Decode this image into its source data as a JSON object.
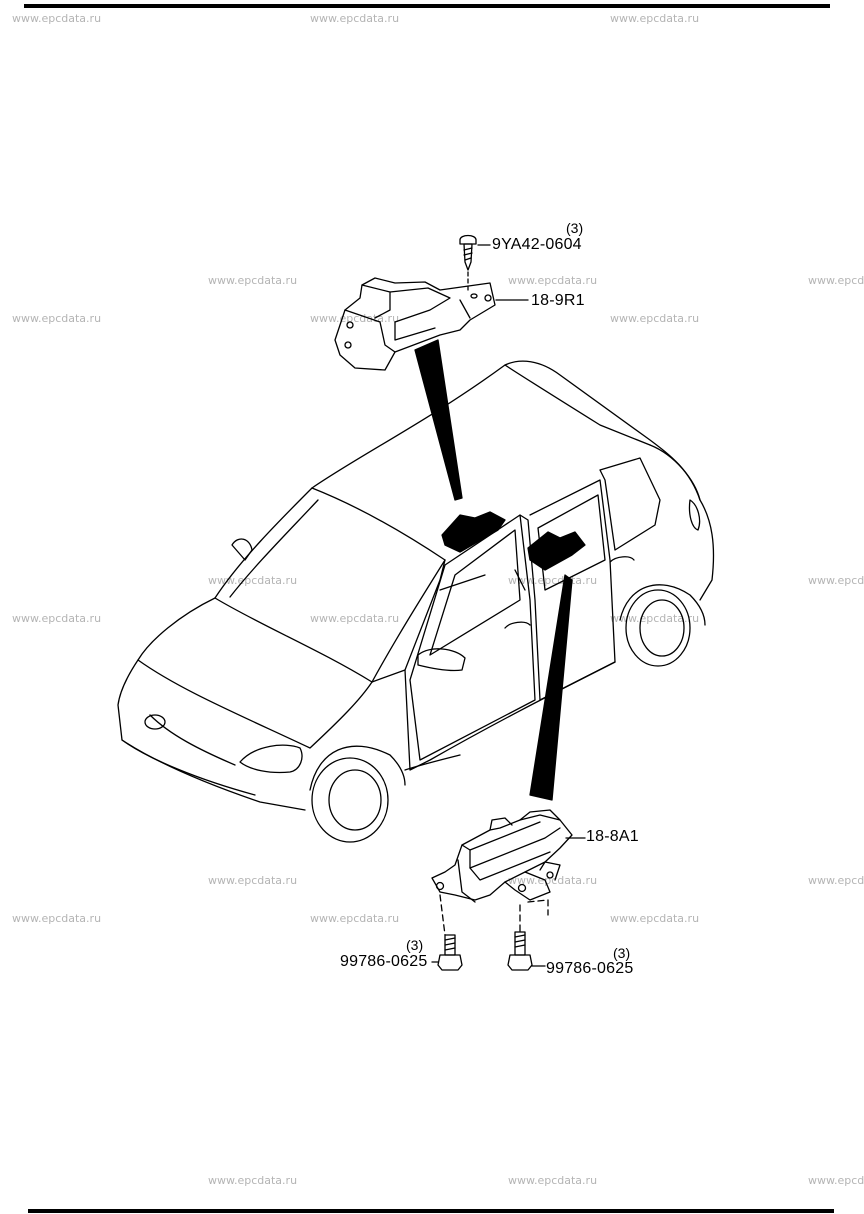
{
  "watermark": "www.epcdata.ru",
  "parts": {
    "screw_top": {
      "number": "9YA42-0604",
      "qty": "(3)"
    },
    "bracket_top": {
      "number": "18-9R1"
    },
    "module_bottom": {
      "number": "18-8A1"
    },
    "bolt_left": {
      "number": "99786-0625",
      "qty": "(3)"
    },
    "bolt_right": {
      "number": "99786-0625",
      "qty": "(3)"
    }
  }
}
